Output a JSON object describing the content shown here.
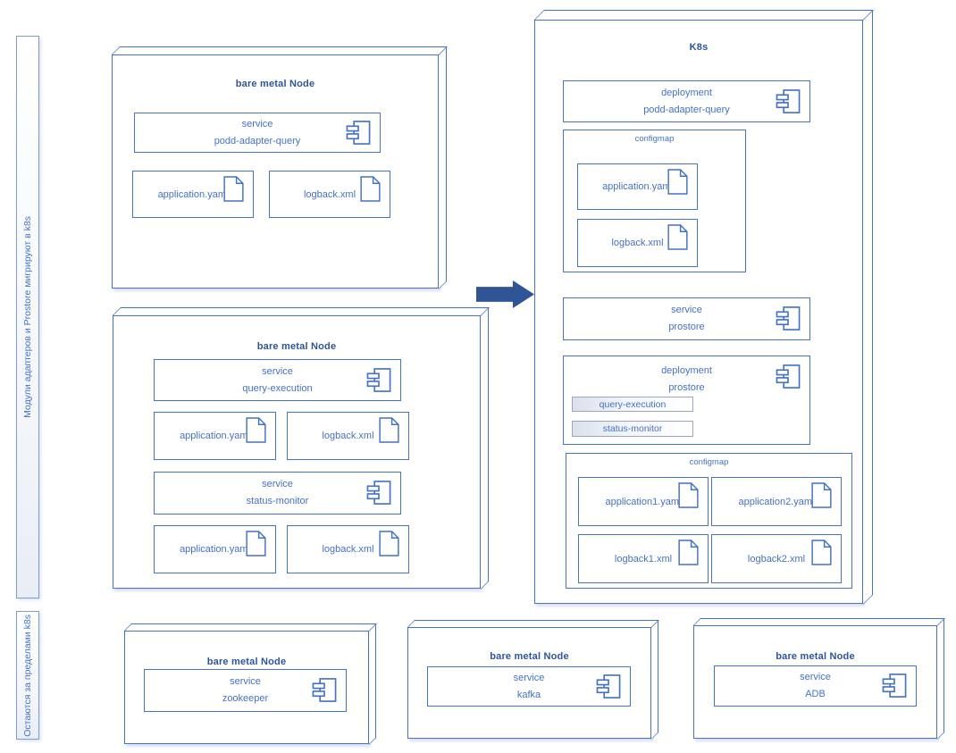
{
  "left_labels": {
    "migrating": "Модули адаптеров и Prostore мигрируют в k8s",
    "staying": "Остаются за пределами k8s"
  },
  "nodes": {
    "podd": {
      "title": "bare metal Node",
      "service": {
        "kind": "service",
        "name": "podd-adapter-query"
      },
      "files": [
        "application.yaml",
        "logback.xml"
      ]
    },
    "exec": {
      "title": "bare metal Node",
      "service_query": {
        "kind": "service",
        "name": "query-execution"
      },
      "files_query": [
        "application.yaml",
        "logback.xml"
      ],
      "service_status": {
        "kind": "service",
        "name": "status-monitor"
      },
      "files_status": [
        "application.yaml",
        "logback.xml"
      ]
    },
    "zookeeper": {
      "title": "bare metal Node",
      "service": {
        "kind": "service",
        "name": "zookeeper"
      }
    },
    "kafka": {
      "title": "bare metal Node",
      "service": {
        "kind": "service",
        "name": "kafka"
      }
    },
    "adb": {
      "title": "bare metal Node",
      "service": {
        "kind": "service",
        "name": "ADB"
      }
    }
  },
  "k8s": {
    "title": "K8s",
    "deployment_podd": {
      "kind": "deployment",
      "name": "podd-adapter-query"
    },
    "configmap_podd": {
      "title": "configmap",
      "files": [
        "application.yaml",
        "logback.xml"
      ]
    },
    "service_prostore": {
      "kind": "service",
      "name": "prostore"
    },
    "deployment_prostore": {
      "kind": "deployment",
      "name": "prostore",
      "modules": [
        "query-execution",
        "status-monitor"
      ]
    },
    "configmap_prostore": {
      "title": "configmap",
      "files": [
        "application1.yaml",
        "application2.yaml",
        "logback1.xml",
        "logback2.xml"
      ]
    }
  },
  "colors": {
    "stroke": "#4472C4",
    "text": "#4472C4",
    "bold_title": "#2E5597",
    "arrow": "#2F5597",
    "chip_border": "#9AA7BD"
  }
}
